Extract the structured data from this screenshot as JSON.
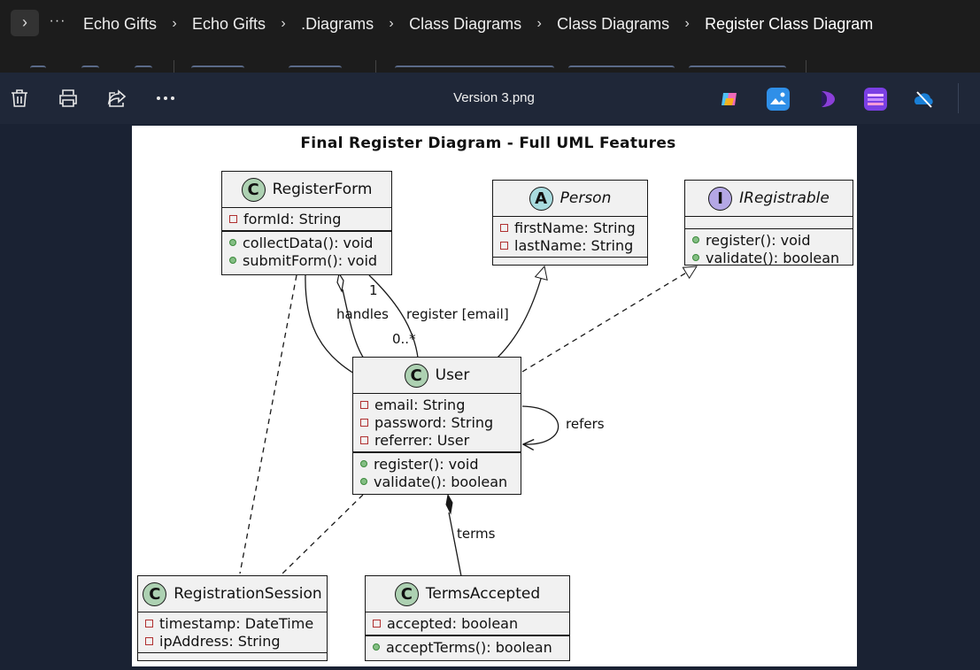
{
  "breadcrumb": {
    "expand_glyph": "›",
    "more_glyph": "···",
    "items": [
      "Echo Gifts",
      "Echo Gifts",
      ".Diagrams",
      "Class Diagrams",
      "Class Diagrams",
      "Register Class Diagram"
    ],
    "separator": "›"
  },
  "viewer": {
    "filename": "Version 3.png",
    "left_tools": [
      "trash-icon",
      "print-icon",
      "share-icon",
      "more-icon"
    ],
    "apps": [
      {
        "name": "copilot-icon",
        "color": "#7a5cff"
      },
      {
        "name": "photos-icon",
        "color": "#2f8fe8"
      },
      {
        "name": "designer-icon",
        "color": "#7a3fc9"
      },
      {
        "name": "clipchamp-icon",
        "color": "#7b3fe4"
      },
      {
        "name": "onedrive-icon",
        "color": "#1a7fd6"
      }
    ]
  },
  "diagram": {
    "title": "Final Register Diagram - Full UML Features",
    "classes": {
      "register_form": {
        "badge": "C",
        "name": "RegisterForm",
        "fields": [
          "formId: String"
        ],
        "methods": [
          "collectData(): void",
          "submitForm(): void"
        ]
      },
      "person": {
        "badge": "A",
        "name": "Person",
        "fields": [
          "firstName: String",
          "lastName: String"
        ]
      },
      "iregistrable": {
        "badge": "I",
        "name": "IRegistrable",
        "methods": [
          "register(): void",
          "validate(): boolean"
        ]
      },
      "user": {
        "badge": "C",
        "name": "User",
        "fields": [
          "email: String",
          "password: String",
          "referrer: User"
        ],
        "methods": [
          "register(): void",
          "validate(): boolean"
        ]
      },
      "registration_session": {
        "badge": "C",
        "name": "RegistrationSession",
        "fields": [
          "timestamp: DateTime",
          "ipAddress: String"
        ]
      },
      "terms_accepted": {
        "badge": "C",
        "name": "TermsAccepted",
        "fields": [
          "accepted: boolean"
        ],
        "methods": [
          "acceptTerms(): boolean"
        ]
      }
    },
    "labels": {
      "handles": "handles",
      "register_email": "register [email]",
      "mult_one": "1",
      "mult_many": "0..*",
      "refers": "refers",
      "terms": "terms"
    }
  }
}
